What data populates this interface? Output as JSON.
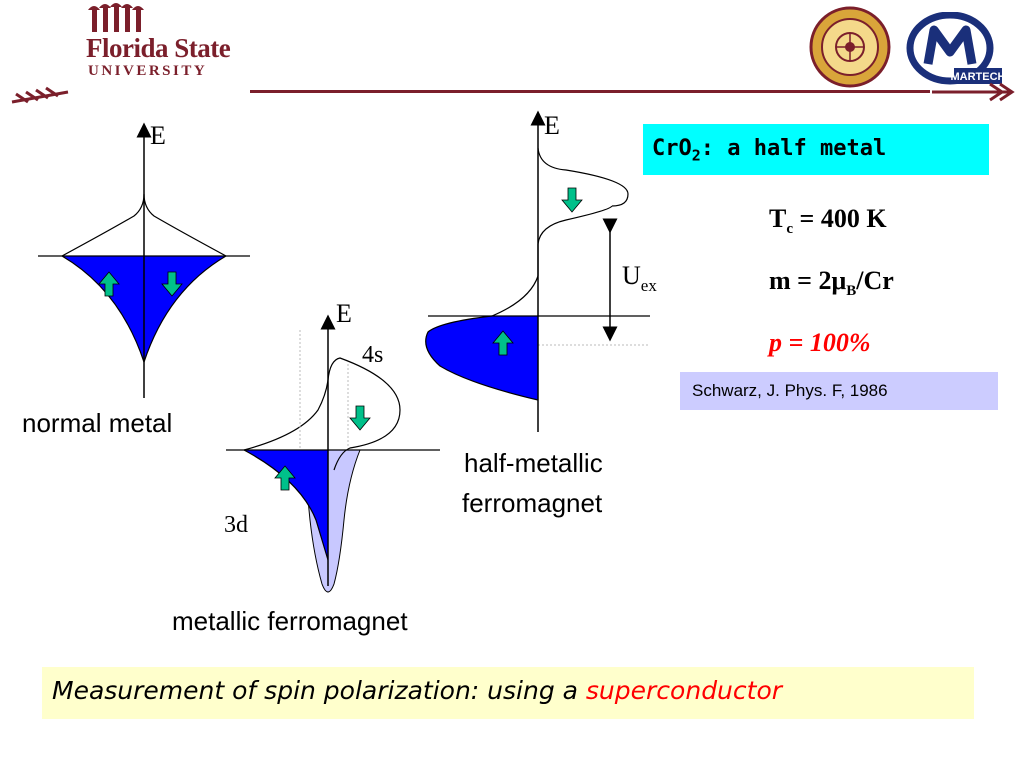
{
  "header": {
    "university_name": "Florida State",
    "university_sub": "UNIVERSITY",
    "logo_left": "fsu-torch-logo",
    "logo_physics": "physics-seal",
    "logo_martech": "martech-logo"
  },
  "title": {
    "main": "CrO",
    "subscript": "2",
    "rest": ":  a half metal"
  },
  "properties": {
    "tc_symbol": "T",
    "tc_sub": "c",
    "tc_value": " = 400 K",
    "m_text": "m = 2μ",
    "m_sub": "B",
    "m_rest": "/Cr",
    "p_text": "p = 100%"
  },
  "reference": "Schwarz, J. Phys. F, 1986",
  "diagrams": {
    "normal": {
      "axis": "E",
      "caption": "normal metal"
    },
    "ferro": {
      "axis": "E",
      "label_4s": "4s",
      "label_3d": "3d",
      "caption": "metallic ferromagnet"
    },
    "half": {
      "axis": "E",
      "uex_main": "U",
      "uex_sub": "ex",
      "caption_line1": "half-metallic",
      "caption_line2": "ferromagnet"
    }
  },
  "footer": {
    "text": "Measurement of spin polarization: using a ",
    "accent": "superconductor"
  },
  "colors": {
    "fill_blue": "#0000ff",
    "fill_light": "#c8c8ff",
    "arrow_green": "#00c08a",
    "title_bg": "#00ffff",
    "ref_bg": "#ccccff",
    "footer_bg": "#ffffcc",
    "fsu_maroon": "#7b1f2b"
  }
}
